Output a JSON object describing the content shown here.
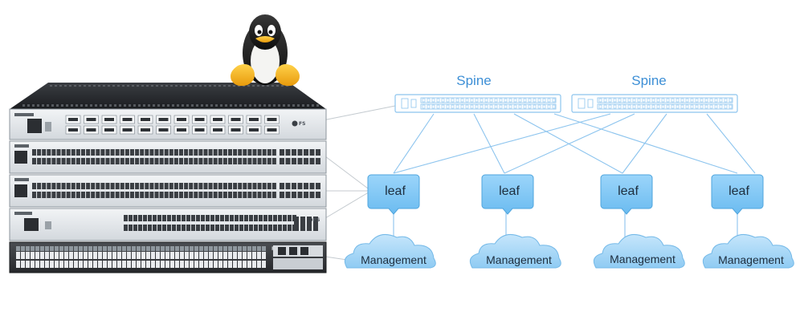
{
  "diagram": {
    "spines": [
      {
        "label": "Spine"
      },
      {
        "label": "Spine"
      }
    ],
    "leaves": [
      {
        "label": "leaf"
      },
      {
        "label": "leaf"
      },
      {
        "label": "leaf"
      },
      {
        "label": "leaf"
      }
    ],
    "management": [
      {
        "label": "Management"
      },
      {
        "label": "Management"
      },
      {
        "label": "Management"
      },
      {
        "label": "Management"
      }
    ],
    "switch_stack": {
      "brand": "FS",
      "units": 5
    },
    "mascot_icon": "linux-penguin-icon",
    "colors": {
      "accent": "#3d8fd6",
      "line": "#8cc4ee",
      "leaf_fill": "#80c8f5",
      "cloud_fill": "#a8d8f6"
    }
  }
}
